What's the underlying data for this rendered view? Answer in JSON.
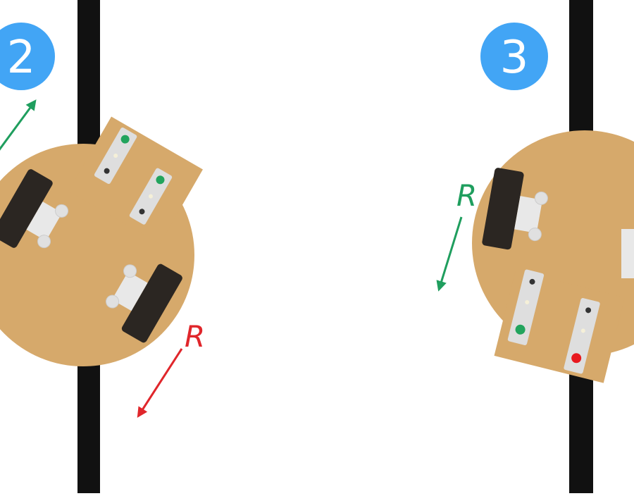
{
  "steps": [
    {
      "number": "2",
      "arrow_label_1": "R"
    },
    {
      "number": "3",
      "arrow_label_1": "R"
    }
  ],
  "colors": {
    "line": "#111111",
    "badge": "#42a5f5",
    "board": "#d6a96b",
    "wheel": "#2b2622",
    "bracket": "#e8e8e8",
    "sensor_strip": "#dedede",
    "green_led": "#22a45d",
    "red_led": "#e8191f",
    "green_arrow": "#1f9e5e",
    "red_arrow": "#e0262b"
  }
}
